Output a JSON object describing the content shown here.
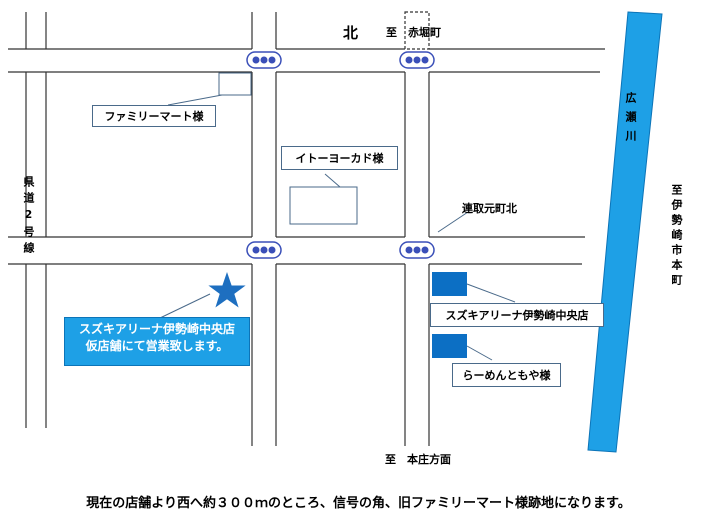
{
  "map": {
    "north": "北",
    "dest_akahori": "至　赤堀町",
    "dest_honjo": "至　本庄方面",
    "dest_isesaki_v": "至伊勢崎市本町",
    "river_v": "広瀬川",
    "kendo_v": "県道2号線",
    "rentori": "連取元町北",
    "family_mart": "ファミリーマート様",
    "ito_yokado": "イトーヨーカド様",
    "suzuki_arena": "スズキアリーナ伊勢崎中央店",
    "ramen": "らーめんともや様",
    "callout_line1": "スズキアリーナ伊勢崎中央店",
    "callout_line2": "仮店舗にて営業致します。"
  },
  "caption": "現在の店舗より西へ約３００ｍのところ、信号の角、旧ファミリーマート様跡地になります。",
  "colors": {
    "river": "#1ea0e6",
    "star": "#1e6fc0",
    "building_dark": "#0c6fc4",
    "callout": "#1ea0e6",
    "signal_light": "#3a4fb8"
  }
}
